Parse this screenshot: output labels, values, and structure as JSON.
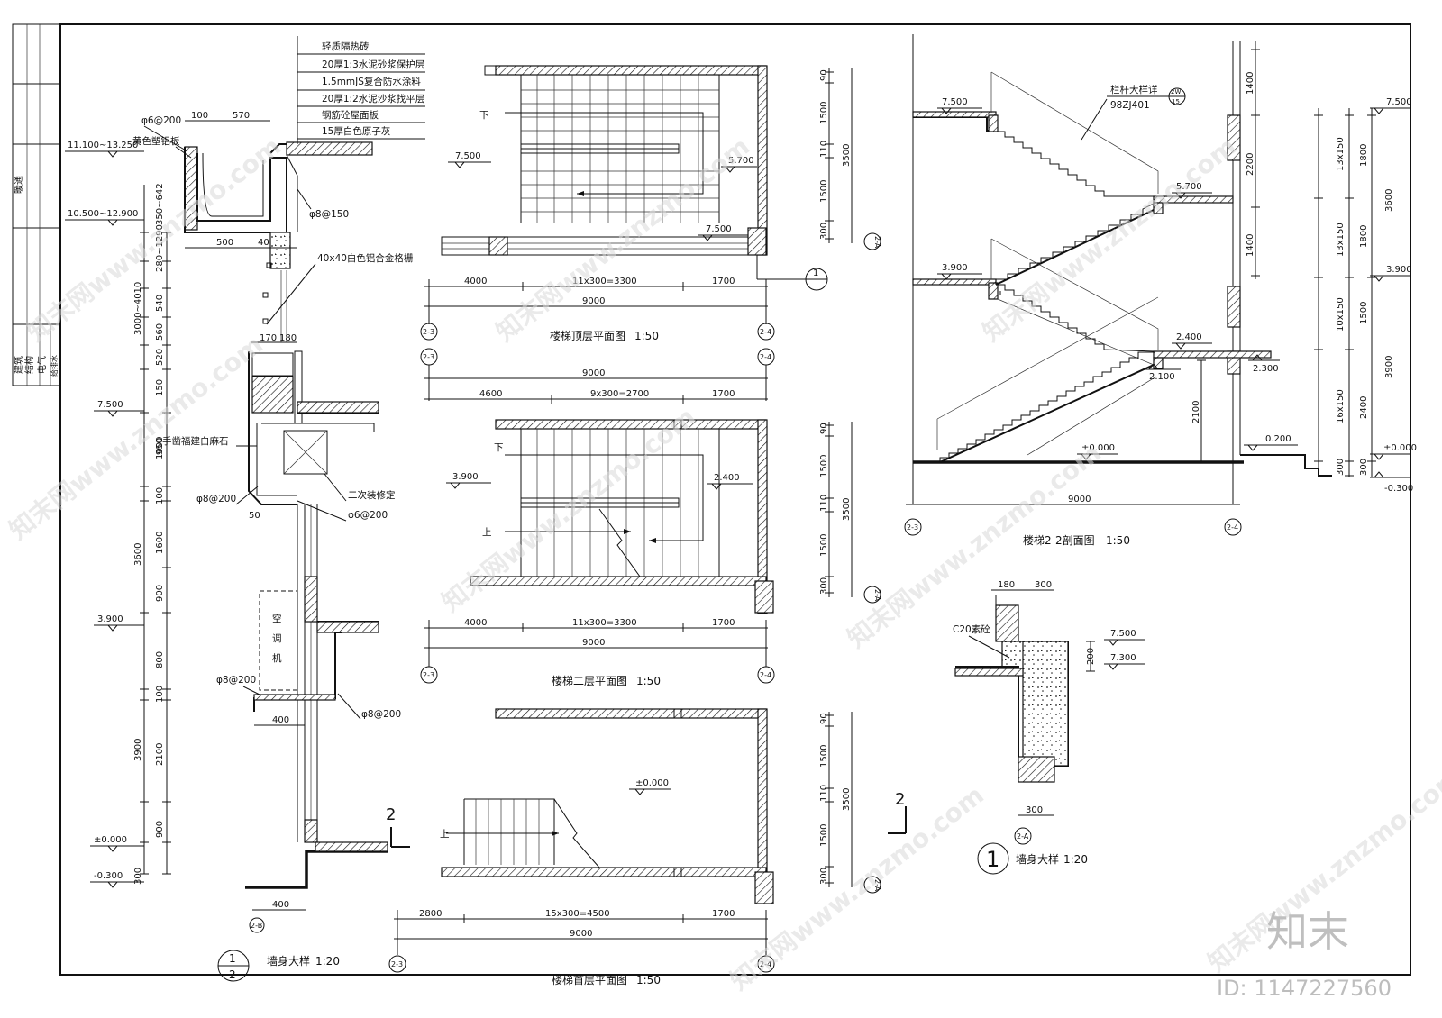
{
  "left_block": {
    "labels": [
      "建筑",
      "结构",
      "电气",
      "给排水",
      "暖通"
    ]
  },
  "wall_detail_left": {
    "title": "墙身大样",
    "scale": "1:20",
    "mark_top": "1",
    "mark_bottom": "2",
    "grid": "2-B",
    "roof_layers": [
      "轻质隔热砖",
      "20厚1:3水泥砂浆保护层",
      "1.5mmJS复合防水涂料",
      "20厚1:2水泥沙浆找平层",
      "钢筋砼屋面板",
      "15厚白色原子灰"
    ],
    "annotations": {
      "a1": "φ6@200",
      "a2": "黄色塑铝板",
      "a3": "φ8@150",
      "a4": "40x40白色铝合金格栅",
      "a5": "手凿福建白麻石",
      "a6": "φ8@200",
      "a7": "二次装修定",
      "a8": "φ6@200",
      "a9": "空",
      "a10": "调",
      "a11": "机",
      "a12": "φ8@200",
      "a13": "φ8@200"
    },
    "levels": {
      "l1": "11.100~13.250",
      "l2": "10.500~12.900",
      "l3": "7.500",
      "l4": "3.900",
      "l5": "±0.000",
      "l6": "-0.300"
    },
    "vertical_dims": [
      "350~642",
      "280~1290",
      "540",
      "3000~4010",
      "560",
      "520",
      "150",
      "950",
      "1000",
      "100",
      "3600",
      "1600",
      "900",
      "800",
      "100",
      "3900",
      "2100",
      "900",
      "300"
    ],
    "horizontal_dims": {
      "d1": "100",
      "d2": "570",
      "d3": "500",
      "d4": "40",
      "d5": "170",
      "d6": "180",
      "d7": "50",
      "d8": "400",
      "d9": "400"
    }
  },
  "plan_top": {
    "title": "楼梯顶层平面图",
    "scale": "1:50",
    "down": "下",
    "levels": {
      "l1": "7.500",
      "l2": "5.700",
      "l3": "7.500"
    },
    "dims": {
      "d1": "4000",
      "d2": "11x300=3300",
      "d3": "1700",
      "d4": "9000"
    },
    "right_dims": [
      "90",
      "1500",
      "110",
      "3500",
      "1500",
      "300"
    ],
    "grids": {
      "g1": "2-3",
      "g2": "2-4",
      "g3": "2-A"
    },
    "callout": "1"
  },
  "plan_second": {
    "title": "楼梯二层平面图",
    "scale": "1:50",
    "down": "下",
    "up": "上",
    "levels": {
      "l1": "3.900",
      "l2": "2.400"
    },
    "top_dims": {
      "d1": "9000",
      "d2": "4600",
      "d3": "9x300=2700",
      "d4": "1700"
    },
    "dims": {
      "d1": "4000",
      "d2": "11x300=3300",
      "d3": "1700",
      "d4": "9000"
    },
    "right_dims": [
      "90",
      "1500",
      "110",
      "3500",
      "1500",
      "300"
    ],
    "grids": {
      "g1": "2-3",
      "g2": "2-4",
      "g3": "2-A",
      "g4": "2-3",
      "g5": "2-4"
    }
  },
  "plan_ground": {
    "title": "楼梯首层平面图",
    "scale": "1:50",
    "up": "上",
    "levels": {
      "l1": "±0.000"
    },
    "dims": {
      "d1": "2800",
      "d2": "15x300=4500",
      "d3": "1700",
      "d4": "9000"
    },
    "right_dims": [
      "90",
      "1500",
      "110",
      "3500",
      "1500",
      "300"
    ],
    "grids": {
      "g1": "2-3",
      "g2": "2-4",
      "g3": "2-A"
    },
    "section_mark": "2"
  },
  "section": {
    "title": "楼梯2-2剖面图",
    "scale": "1:50",
    "rail_note": "栏杆大样详",
    "rail_ref": "98ZJ401",
    "rail_top": "2W",
    "rail_bottom": "15",
    "levels": {
      "l1": "7.500",
      "l2": "5.700",
      "l3": "3.900",
      "l4": "2.400",
      "l5": "2.100",
      "l6": "±0.000",
      "l7": "7.500",
      "l8": "3.900",
      "l9": "2.300",
      "l10": "0.200",
      "l11": "±0.000",
      "l12": "-0.300"
    },
    "right_dims": [
      "1400",
      "2200",
      "1400",
      "13x150",
      "1800",
      "13x150",
      "1800",
      "3600",
      "10x150",
      "1500",
      "3900",
      "16x150",
      "2400",
      "300",
      "300"
    ],
    "dim_2100": "2100",
    "bottom_dim": "9000",
    "grids": {
      "g1": "2-3",
      "g2": "2-4"
    }
  },
  "wall_detail_right": {
    "title": "墙身大样",
    "scale": "1:20",
    "mark": "1",
    "note": "C20素砼",
    "levels": {
      "l1": "7.500",
      "l2": "7.300"
    },
    "dims": {
      "d1": "180",
      "d2": "300",
      "d3": "200",
      "d4": "300"
    },
    "grid": "2-A"
  },
  "watermark": {
    "text": "知末网www.znzmo.com",
    "logo": "知末",
    "id": "ID: 1147227560"
  }
}
